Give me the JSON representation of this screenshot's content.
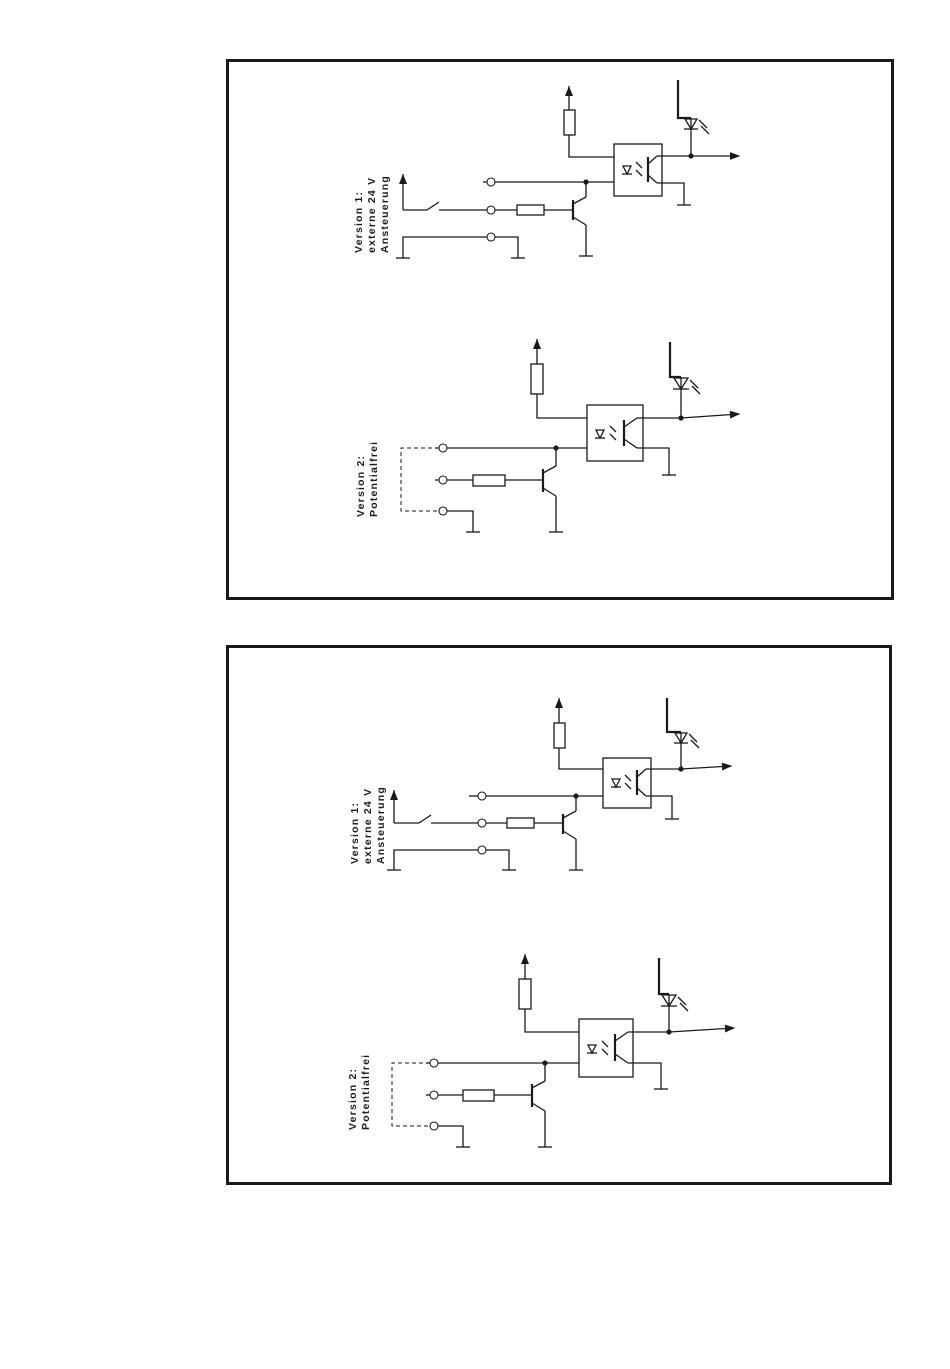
{
  "panels": [
    {
      "version1": {
        "lines": [
          "Version 1:",
          "externe 24 V",
          "Ansteuerung"
        ]
      },
      "version2": {
        "lines": [
          "Version 2:",
          "Potentialfrei"
        ]
      }
    },
    {
      "version1": {
        "lines": [
          "Version 1:",
          "externe 24 V",
          "Ansteuerung"
        ]
      },
      "version2": {
        "lines": [
          "Version 2:",
          "Potentialfrei"
        ]
      }
    }
  ]
}
